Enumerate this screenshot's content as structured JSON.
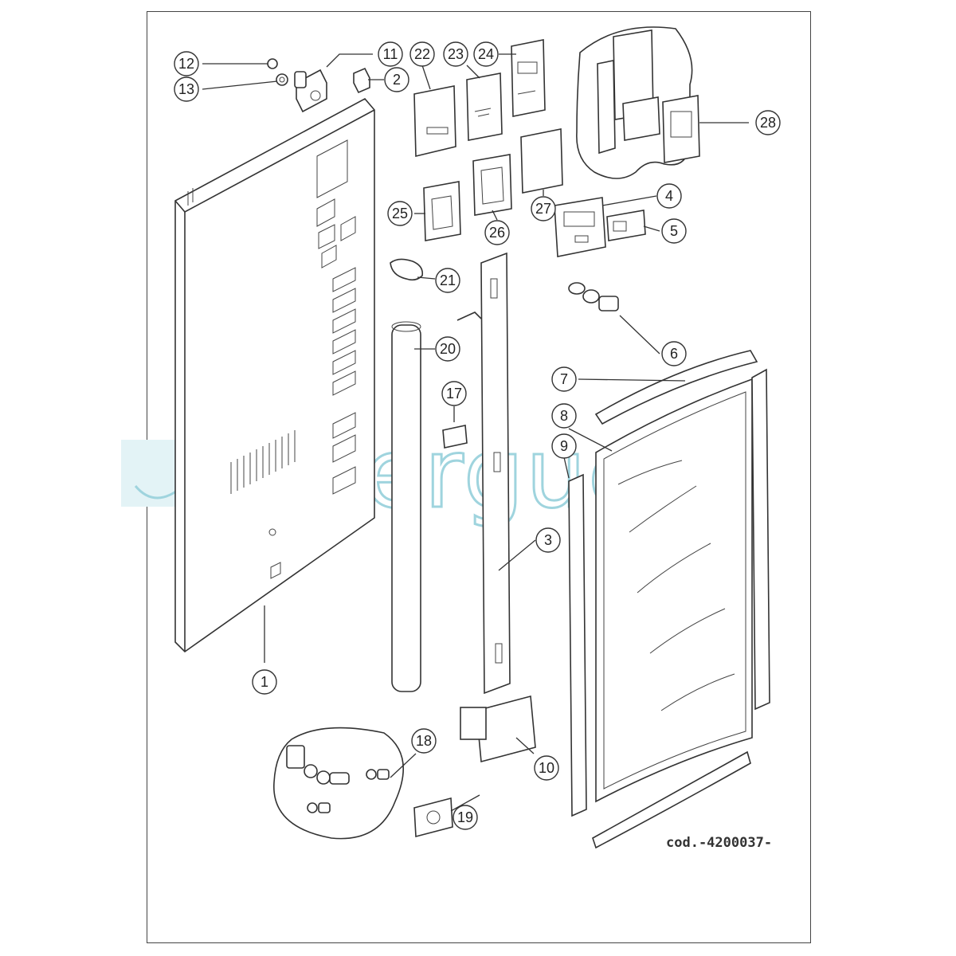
{
  "watermark": {
    "text": "seferguer",
    "color": "#9fd4de"
  },
  "code_label": "cod.-4200037-",
  "callouts": [
    {
      "id": "12",
      "label": "12"
    },
    {
      "id": "13",
      "label": "13"
    },
    {
      "id": "11",
      "label": "11"
    },
    {
      "id": "2",
      "label": "2"
    },
    {
      "id": "22",
      "label": "22"
    },
    {
      "id": "23",
      "label": "23"
    },
    {
      "id": "24",
      "label": "24"
    },
    {
      "id": "28",
      "label": "28"
    },
    {
      "id": "25",
      "label": "25"
    },
    {
      "id": "26",
      "label": "26"
    },
    {
      "id": "27",
      "label": "27"
    },
    {
      "id": "4",
      "label": "4"
    },
    {
      "id": "5",
      "label": "5"
    },
    {
      "id": "21",
      "label": "21"
    },
    {
      "id": "6",
      "label": "6"
    },
    {
      "id": "20",
      "label": "20"
    },
    {
      "id": "7",
      "label": "7"
    },
    {
      "id": "17",
      "label": "17"
    },
    {
      "id": "8",
      "label": "8"
    },
    {
      "id": "9",
      "label": "9"
    },
    {
      "id": "3",
      "label": "3"
    },
    {
      "id": "1",
      "label": "1"
    },
    {
      "id": "18",
      "label": "18"
    },
    {
      "id": "10",
      "label": "10"
    },
    {
      "id": "19",
      "label": "19"
    }
  ]
}
